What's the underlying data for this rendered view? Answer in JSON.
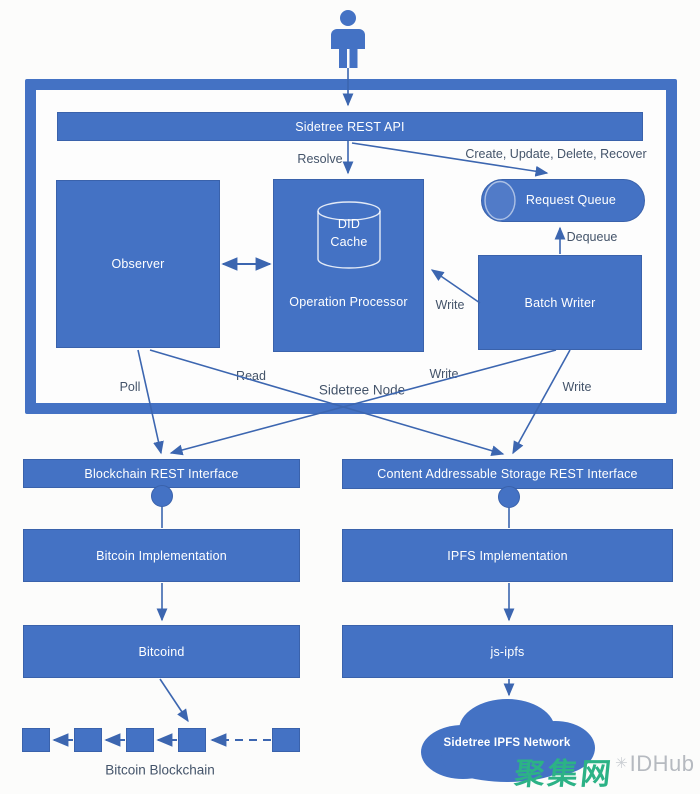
{
  "nodes": {
    "rest_api": "Sidetree REST API",
    "observer": "Observer",
    "operation_processor": "Operation Processor",
    "did_cache": {
      "line1": "DID",
      "line2": "Cache"
    },
    "request_queue": "Request Queue",
    "batch_writer": "Batch Writer",
    "sidetree_node": "Sidetree Node",
    "blockchain_rest": "Blockchain REST Interface",
    "cas_rest": "Content Addressable Storage REST Interface",
    "bitcoin_impl": "Bitcoin Implementation",
    "ipfs_impl": "IPFS Implementation",
    "bitcoind": "Bitcoind",
    "js_ipfs": "js-ipfs",
    "bitcoin_blockchain": "Bitcoin Blockchain",
    "ipfs_network": "Sidetree IPFS Network"
  },
  "edges": {
    "resolve": "Resolve",
    "create_update_delete_recover": "Create, Update, Delete, Recover",
    "dequeue": "Dequeue",
    "write_batch_to_processor": "Write",
    "poll": "Poll",
    "read": "Read",
    "write_to_blockchain": "Write",
    "write_to_cas": "Write"
  },
  "watermark": {
    "brand_cn": "聚集网",
    "brand_en": "IDHub",
    "icon_glyph": "✳"
  },
  "colors": {
    "primary_blue": "#4472c4",
    "arrow_blue": "#3c66b0",
    "label_text": "#44546a",
    "watermark_green": "#2cb286",
    "watermark_gray": "#b6bac0"
  }
}
